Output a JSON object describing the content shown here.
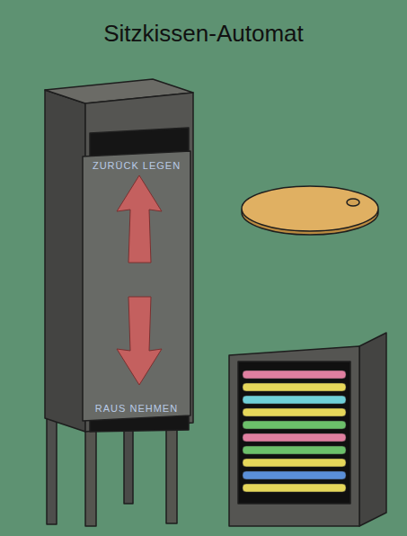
{
  "diagram": {
    "title": "Sitzkissen-Automat",
    "nodes": [
      {
        "text": [
          "ZURÜCK LEGEN",
          "RAUS NEHMEN"
        ]
      }
    ]
  }
}
